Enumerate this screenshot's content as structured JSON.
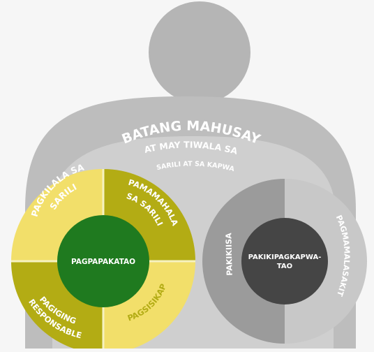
{
  "figure": {
    "head_label": "",
    "title_arc": "BATANG MAHUSAY",
    "subtitle_line1": "AT MAY TIWALA SA",
    "subtitle_line2": "SARILI AT SA KAPWA"
  },
  "left_circle": {
    "center_label": "PAGPAPAKATAO",
    "q_top_left": "PAGKILALA SA SARILI",
    "q_top_left_l1": "PAGKILALA SA",
    "q_top_left_l2": "SARILI",
    "q_top_right": "PAMAMAHALA SA SARILI",
    "q_top_right_l1": "PAMAMAHALA",
    "q_top_right_l2": "SA SARILI",
    "q_bottom_left": "PAGIGING RESPONSABLE",
    "q_bottom_left_l1": "PAGIGING",
    "q_bottom_left_l2": "RESPONSABLE",
    "q_bottom_right": "PAGSISIKAP"
  },
  "right_circle": {
    "center_label": "PAKIKIPAGKAPWA-TAO",
    "center_l1": "PAKIKIPAGKAPWA-",
    "center_l2": "TAO",
    "left_half": "PAKIKIISA",
    "right_half": "PAGMAMALASAKIT"
  },
  "colors": {
    "background": "#f6f6f6",
    "body_gray": "#bdbdbd",
    "head_gray": "#b5b5b5",
    "inner_body_gray": "#cfcfcf",
    "yellow": "#f2df6a",
    "olive": "#b3ac14",
    "dark_green": "#1f7a1f",
    "ring_light": "#c8c8c8",
    "ring_dark": "#9b9b9b",
    "charcoal": "#454545",
    "text_white": "#ffffff"
  }
}
